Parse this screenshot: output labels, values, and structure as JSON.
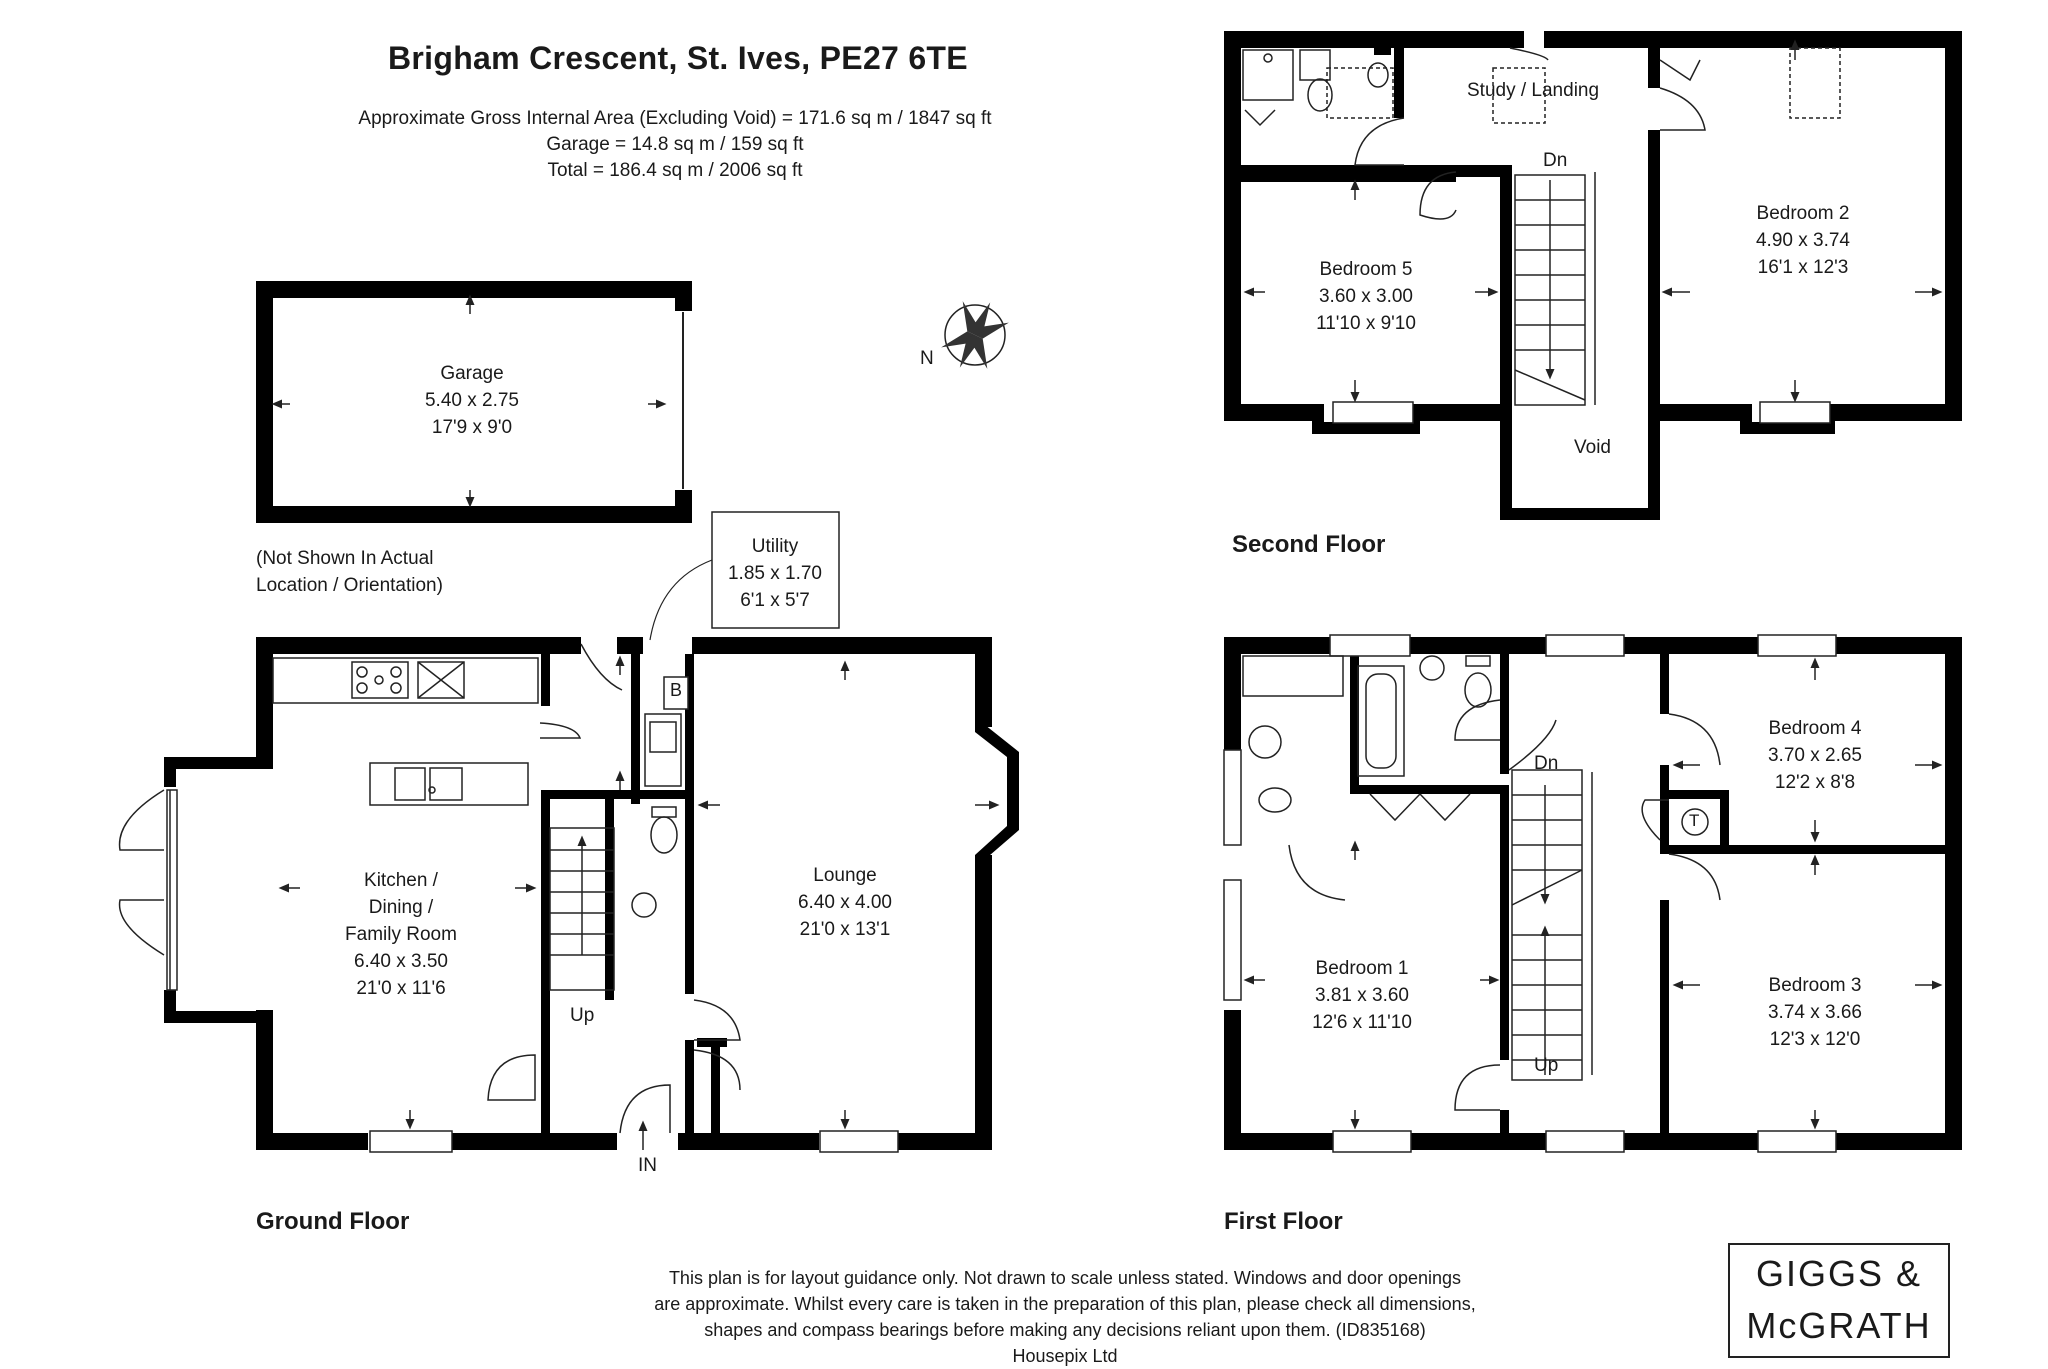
{
  "header": {
    "title": "Brigham Crescent, St. Ives, PE27 6TE",
    "area_lines": [
      "Approximate Gross Internal Area (Excluding Void) = 171.6 sq m / 1847 sq ft",
      "Garage = 14.8 sq m / 159 sq ft",
      "Total = 186.4 sq m / 2006 sq ft"
    ]
  },
  "compass": {
    "label": "N"
  },
  "garage": {
    "name": "Garage",
    "metric": "5.40 x 2.75",
    "imperial": "17'9 x 9'0",
    "note_line1": "(Not Shown In Actual",
    "note_line2": "Location / Orientation)"
  },
  "ground_floor": {
    "label": "Ground Floor",
    "utility": {
      "name": "Utility",
      "metric": "1.85 x 1.70",
      "imperial": "6'1 x 5'7"
    },
    "kitchen": {
      "line1": "Kitchen /",
      "line2": "Dining /",
      "line3": "Family Room",
      "metric": "6.40 x 3.50",
      "imperial": "21'0 x 11'6"
    },
    "lounge": {
      "name": "Lounge",
      "metric": "6.40 x 4.00",
      "imperial": "21'0 x 13'1"
    },
    "stairs_up": "Up",
    "entrance": "IN",
    "boiler": "B"
  },
  "first_floor": {
    "label": "First Floor",
    "bedroom1": {
      "name": "Bedroom 1",
      "metric": "3.81 x 3.60",
      "imperial": "12'6 x 11'10"
    },
    "bedroom3": {
      "name": "Bedroom 3",
      "metric": "3.74 x 3.66",
      "imperial": "12'3 x 12'0"
    },
    "bedroom4": {
      "name": "Bedroom 4",
      "metric": "3.70 x 2.65",
      "imperial": "12'2 x 8'8"
    },
    "stairs_dn": "Dn",
    "stairs_up": "Up",
    "tank": "T"
  },
  "second_floor": {
    "label": "Second Floor",
    "study": "Study / Landing",
    "bedroom2": {
      "name": "Bedroom 2",
      "metric": "4.90 x 3.74",
      "imperial": "16'1 x 12'3"
    },
    "bedroom5": {
      "name": "Bedroom 5",
      "metric": "3.60 x 3.00",
      "imperial": "11'10 x 9'10"
    },
    "stairs_dn": "Dn",
    "void": "Void"
  },
  "disclaimer": {
    "line1": "This plan is for layout guidance only. Not drawn to scale unless stated. Windows and door openings",
    "line2": "are approximate. Whilst every care is taken in the preparation of this plan, please check all dimensions,",
    "line3": "shapes and compass bearings before making any decisions reliant upon them. (ID835168)",
    "line4": "Housepix Ltd"
  },
  "logo": {
    "line1": "GIGGS &",
    "line2": "McGRATH"
  }
}
